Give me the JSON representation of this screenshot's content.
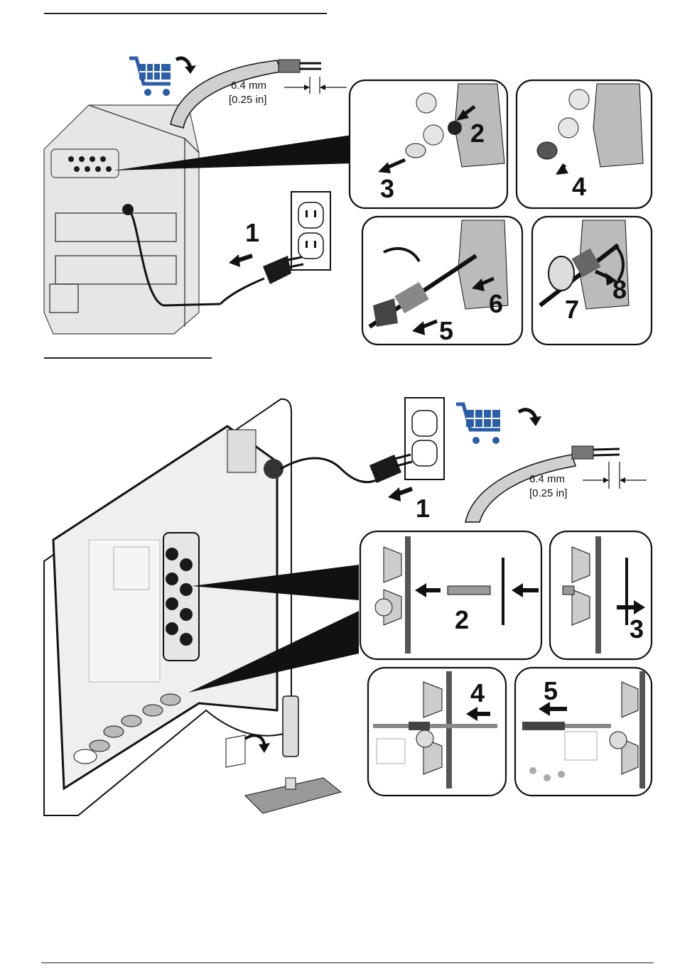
{
  "figure1": {
    "cable_strip_length": "6.4 mm",
    "cable_strip_length_in": "[0.25 in]",
    "steps": [
      "1",
      "2",
      "3",
      "4",
      "5",
      "6",
      "7",
      "8"
    ],
    "icons": [
      "shopping-cart-icon",
      "curved-arrow-icon",
      "power-plug-icon",
      "wall-outlet-icon"
    ]
  },
  "figure2": {
    "cable_strip_length": "6.4 mm",
    "cable_strip_length_in": "[0.25 in]",
    "steps": [
      "1",
      "2",
      "3",
      "4",
      "5"
    ],
    "icons": [
      "shopping-cart-icon",
      "curved-arrow-icon",
      "power-plug-icon",
      "wall-outlet-icon"
    ]
  },
  "colors": {
    "cart_blue": "#2a5ea8",
    "line_black": "#111111",
    "fill_gray": "#e6e6e6"
  }
}
